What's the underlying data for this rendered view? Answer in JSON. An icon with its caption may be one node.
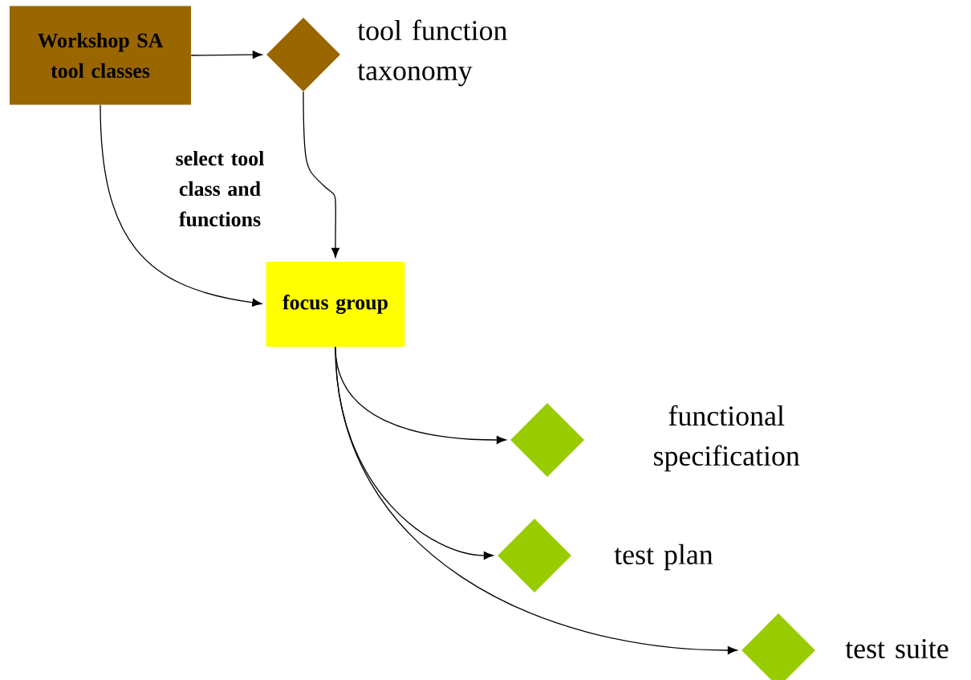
{
  "diagram": {
    "nodes": [
      {
        "text": [
          "Workshop SA tool classes"
        ]
      },
      {
        "text": [],
        "shape": "diamond",
        "beside": [
          "tool function taxonomy"
        ]
      },
      {
        "text": [
          "focus group"
        ]
      },
      {
        "text": [],
        "shape": "diamond",
        "beside": [
          "functional specification"
        ]
      },
      {
        "text": [],
        "shape": "diamond",
        "beside": [
          "test plan"
        ]
      },
      {
        "text": [],
        "shape": "diamond",
        "beside": [
          "test suite"
        ]
      }
    ],
    "edges": [
      {
        "from": 0,
        "to": 1,
        "arrow": "to"
      },
      {
        "from": 0,
        "to": 2,
        "arrow": "to",
        "label": "select tool class and functions"
      },
      {
        "from": 1,
        "to": 2,
        "arrow": "to"
      },
      {
        "from": 2,
        "to": 3,
        "arrow": "to"
      },
      {
        "from": 2,
        "to": 4,
        "arrow": "to"
      },
      {
        "from": 2,
        "to": 5,
        "arrow": "to"
      }
    ]
  }
}
